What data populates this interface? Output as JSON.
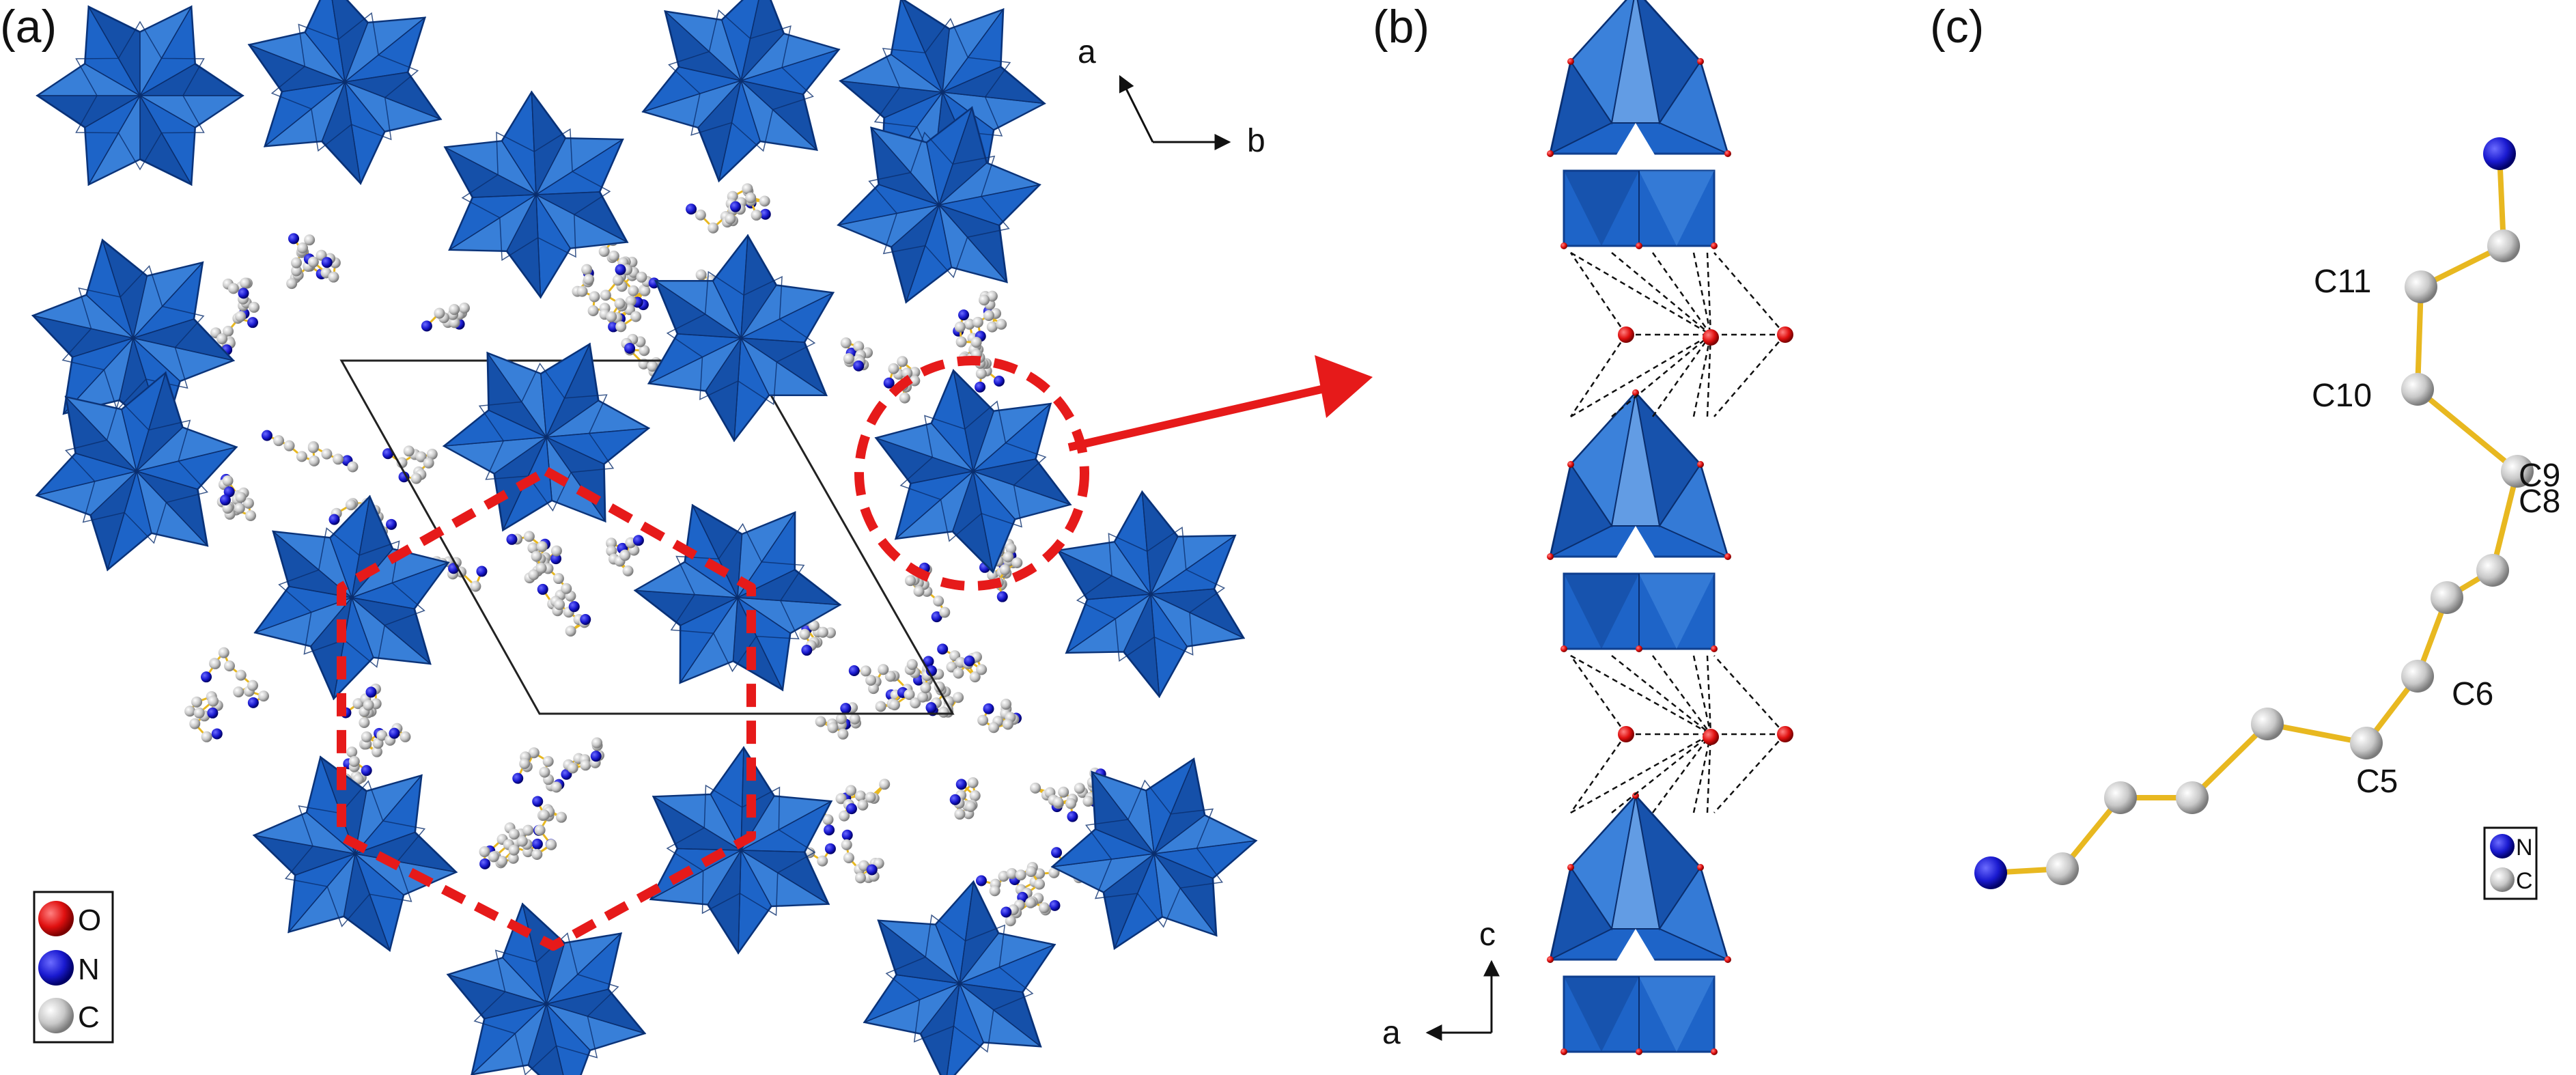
{
  "panels": {
    "a": {
      "label": "(a)",
      "axes": {
        "a": "a",
        "b": "b"
      },
      "legend": [
        {
          "symbol": "O",
          "color": "#e01010",
          "icon": "oxygen-atom-icon"
        },
        {
          "symbol": "N",
          "color": "#1a1ad0",
          "icon": "nitrogen-atom-icon"
        },
        {
          "symbol": "C",
          "color": "#c8c8c8",
          "icon": "carbon-atom-icon"
        }
      ]
    },
    "b": {
      "label": "(b)",
      "axes": {
        "c": "c",
        "a": "a"
      }
    },
    "c": {
      "label": "(c)",
      "atom_labels": [
        "C11",
        "C10",
        "C9",
        "C8",
        "C6",
        "C5"
      ],
      "legend": [
        {
          "symbol": "N",
          "color": "#1a1ad0",
          "icon": "nitrogen-atom-icon"
        },
        {
          "symbol": "C",
          "color": "#c8c8c8",
          "icon": "carbon-atom-icon"
        }
      ]
    }
  },
  "colors": {
    "polyhedron_fill": "#1e64c8",
    "polyhedron_dark": "#0f3f8f",
    "polyhedron_light": "#4f95e6",
    "highlight_red": "#e61a1a",
    "bond_yellow": "#e8b820",
    "carbon_grey": "#c8c8c8",
    "nitrogen_blue": "#1a1ad0",
    "oxygen_red": "#e01010"
  }
}
